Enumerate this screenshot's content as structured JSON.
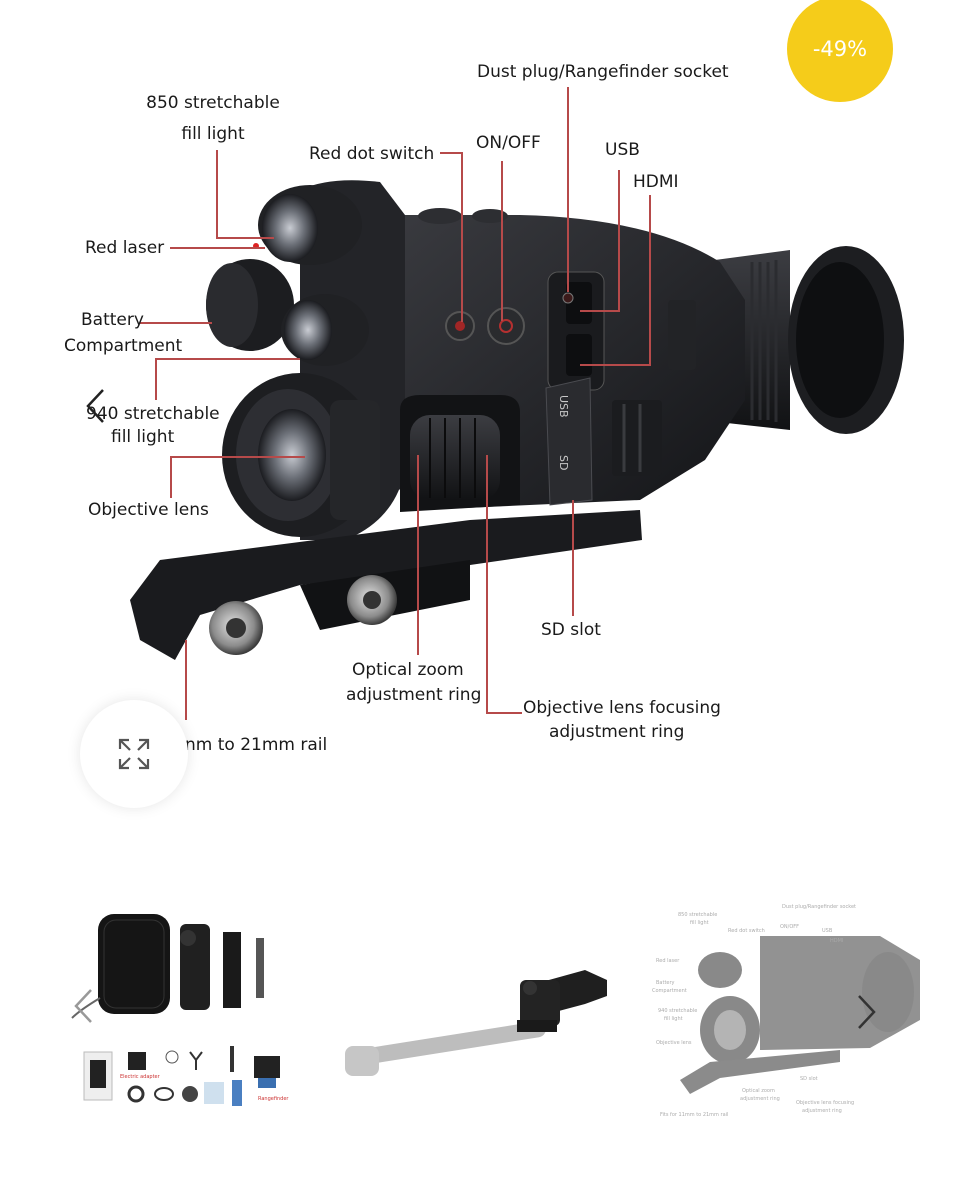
{
  "badge": {
    "discount": "-49%"
  },
  "callouts": {
    "dust_plug": "Dust plug/Rangefinder socket",
    "fill850_line1": "850 stretchable",
    "fill850_line2": "fill light",
    "red_dot": "Red dot switch",
    "on_off": "ON/OFF",
    "usb": "USB",
    "hdmi": "HDMI",
    "red_laser": "Red laser",
    "battery_line1": "Battery",
    "battery_line2": "Compartment",
    "fill940_line1": "940 stretchable",
    "fill940_line2": "fill light",
    "objective_lens": "Objective lens",
    "sd_slot": "SD slot",
    "optical_zoom_line1": "Optical zoom",
    "optical_zoom_line2": "adjustment ring",
    "focus_line1": "Objective lens focusing",
    "focus_line2": "adjustment ring",
    "rail": "nm to 21mm rail"
  },
  "body_marks": {
    "usb": "USB",
    "sd": "SD"
  },
  "thumb1_labels": {
    "adapter": "Electric adapter",
    "rangefinder": "Rangefinder"
  },
  "thumb3_labels": {
    "dust": "Dust plug/Rangefinder socket",
    "fill850a": "850 stretchable",
    "fill850b": "fill light",
    "reddot": "Red dot switch",
    "onoff": "ON/OFF",
    "usb": "USB",
    "hdmi": "HDMI",
    "laser": "Red laser",
    "batt_a": "Battery",
    "batt_b": "Compartment",
    "fill940a": "940 stretchable",
    "fill940b": "fill light",
    "obj": "Objective lens",
    "sd": "SD slot",
    "zoom_a": "Optical zoom",
    "zoom_b": "adjustment ring",
    "focus_a": "Objective lens focusing",
    "focus_b": "adjustment ring",
    "rail": "Fits for 11mm to 21mm rail"
  },
  "colors": {
    "badge": "#f5cc1a",
    "leader": "#b64a4a",
    "device": "#1e1f22"
  },
  "icons": [
    "chevron-left-icon",
    "chevron-right-icon",
    "expand-icon"
  ]
}
